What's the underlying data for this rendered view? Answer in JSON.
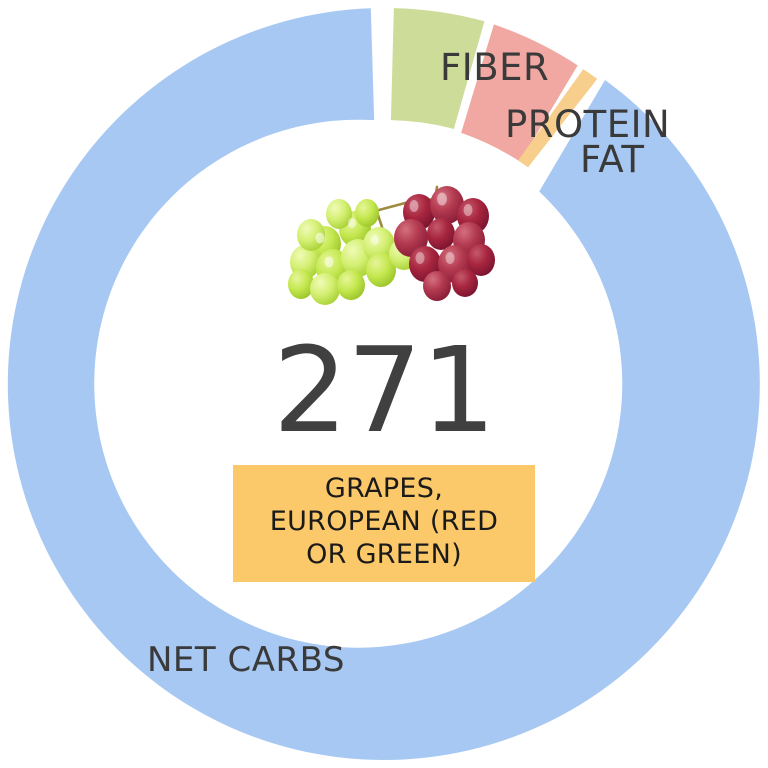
{
  "chart_data": {
    "type": "pie",
    "title": "GRAPES, EUROPEAN (RED OR GREEN)",
    "subtitle": "",
    "center_value": "271",
    "center_value_unit": "calories",
    "legend_position": "on-slice",
    "donut": true,
    "categories": [
      "NET CARBS",
      "FIBER",
      "PROTEIN",
      "FAT"
    ],
    "values": [
      89.0,
      4.4,
      4.6,
      2.0
    ],
    "units": "percent of calories",
    "colors": [
      "#A6C8F2",
      "#CEDC9A",
      "#F2A8A2",
      "#F8CE8C"
    ],
    "slices": [
      {
        "label": "NET CARBS",
        "value": 89.0,
        "color": "#A6C8F2",
        "start_angle": 36.0,
        "end_angle": 358.0
      },
      {
        "label": "FIBER",
        "value": 4.4,
        "color": "#CEDC9A",
        "start_angle": 1.5,
        "end_angle": 15.5
      },
      {
        "label": "PROTEIN",
        "value": 4.6,
        "color": "#F2A8A2",
        "start_angle": 17.0,
        "end_angle": 31.0
      },
      {
        "label": "FAT",
        "value": 2.0,
        "color": "#F8CE8C",
        "start_angle": 32.0,
        "end_angle": 34.5
      }
    ],
    "xlabel": "",
    "ylabel": "",
    "grid": false
  },
  "chart": {
    "center_number": "271",
    "food_name": "GRAPES,\nEUROPEAN (RED\nOR GREEN)",
    "labels": {
      "fiber": "FIBER",
      "protein": "PROTEIN",
      "fat": "FAT",
      "net_carbs": "NET CARBS"
    },
    "colors": {
      "net_carbs": "#A6C8F2",
      "fiber": "#CEDC9A",
      "protein": "#F2A8A2",
      "fat": "#F8CE8C",
      "label_background": "#FBC96A",
      "number_text": "#404040",
      "label_text": "#3a3a3a",
      "background": "#ffffff"
    },
    "image": {
      "alt": "grapes-photo",
      "description": "bunch of green and red grapes"
    }
  }
}
